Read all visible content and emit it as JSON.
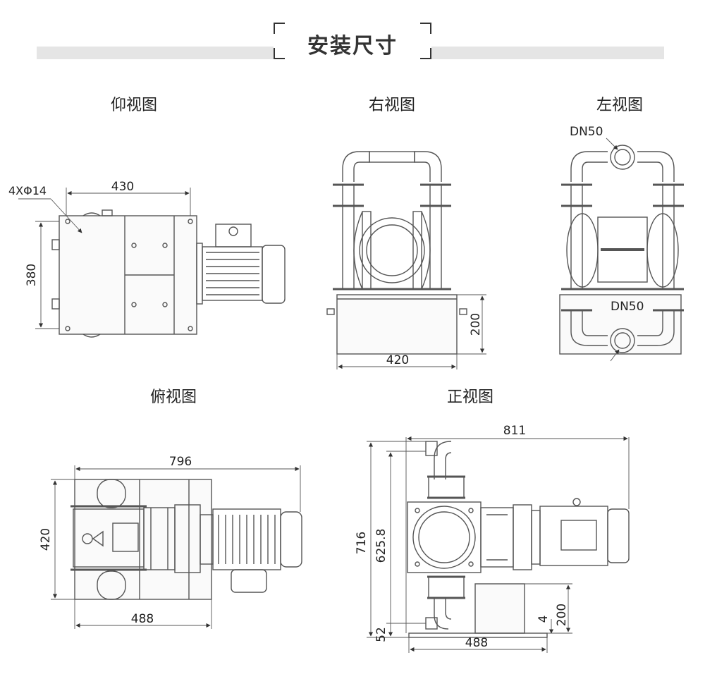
{
  "header": {
    "title": "安装尺寸"
  },
  "views": {
    "bottom": {
      "label": "仰视图",
      "hole_spec": "4XΦ14",
      "width": "430",
      "height": "380"
    },
    "right": {
      "label": "右视图",
      "base_height": "200",
      "base_width": "420"
    },
    "left": {
      "label": "左视图",
      "port_top": "DN50",
      "port_bottom": "DN50"
    },
    "top": {
      "label": "俯视图",
      "overall_width": "796",
      "base_width": "488",
      "depth": "420"
    },
    "front": {
      "label": "正视图",
      "overall_width": "811",
      "overall_height": "716",
      "inlet_height": "625.8",
      "outlet_height": "52",
      "foot_thickness": "4",
      "base_height": "200",
      "base_width": "488"
    }
  }
}
